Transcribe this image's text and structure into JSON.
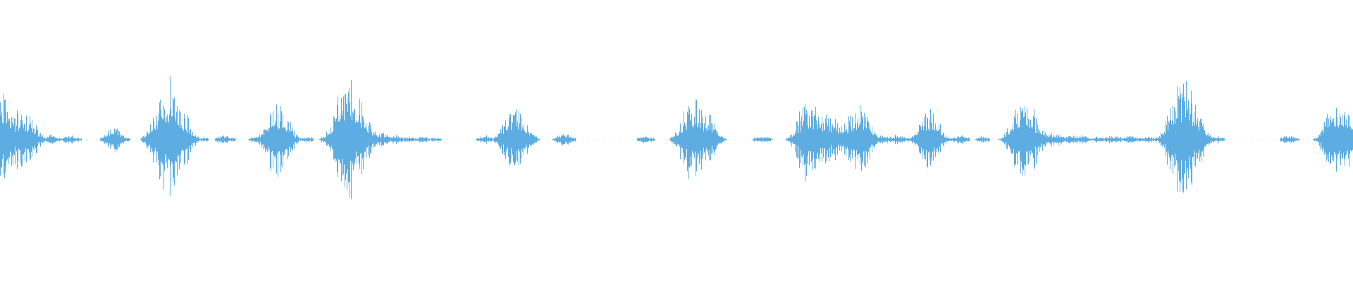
{
  "waveform": {
    "color": "#5DADE2",
    "background": "#FFFFFF",
    "peaks": [
      [
        0.0,
        0.42
      ],
      [
        0.008,
        0.24
      ],
      [
        0.014,
        0.25
      ],
      [
        0.018,
        0.2
      ],
      [
        0.022,
        0.19
      ],
      [
        0.026,
        0.06
      ],
      [
        0.038,
        0.04
      ],
      [
        0.042,
        0.02
      ],
      [
        0.052,
        0.04
      ],
      [
        0.056,
        0.02
      ],
      [
        0.084,
        0.12
      ],
      [
        0.088,
        0.05
      ],
      [
        0.092,
        0.02
      ],
      [
        0.118,
        0.3
      ],
      [
        0.122,
        0.4
      ],
      [
        0.126,
        0.52
      ],
      [
        0.13,
        0.34
      ],
      [
        0.134,
        0.28
      ],
      [
        0.138,
        0.06
      ],
      [
        0.15,
        0.02
      ],
      [
        0.165,
        0.04
      ],
      [
        0.17,
        0.02
      ],
      [
        0.19,
        0.04
      ],
      [
        0.194,
        0.03
      ],
      [
        0.204,
        0.34
      ],
      [
        0.208,
        0.28
      ],
      [
        0.212,
        0.05
      ],
      [
        0.226,
        0.03
      ],
      [
        0.24,
        0.01
      ],
      [
        0.254,
        0.46
      ],
      [
        0.258,
        0.52
      ],
      [
        0.262,
        0.4
      ],
      [
        0.266,
        0.3
      ],
      [
        0.27,
        0.2
      ],
      [
        0.274,
        0.1
      ],
      [
        0.282,
        0.06
      ],
      [
        0.292,
        0.04
      ],
      [
        0.302,
        0.03
      ],
      [
        0.312,
        0.03
      ],
      [
        0.322,
        0.02
      ],
      [
        0.35,
        0.01
      ],
      [
        0.358,
        0.04
      ],
      [
        0.362,
        0.02
      ],
      [
        0.376,
        0.2
      ],
      [
        0.38,
        0.28
      ],
      [
        0.384,
        0.22
      ],
      [
        0.388,
        0.14
      ],
      [
        0.392,
        0.04
      ],
      [
        0.416,
        0.06
      ],
      [
        0.42,
        0.03
      ],
      [
        0.44,
        0.01
      ],
      [
        0.476,
        0.03
      ],
      [
        0.48,
        0.02
      ],
      [
        0.51,
        0.34
      ],
      [
        0.514,
        0.32
      ],
      [
        0.518,
        0.28
      ],
      [
        0.522,
        0.26
      ],
      [
        0.526,
        0.14
      ],
      [
        0.53,
        0.04
      ],
      [
        0.56,
        0.02
      ],
      [
        0.565,
        0.03
      ],
      [
        0.575,
        0.01
      ],
      [
        0.596,
        0.34
      ],
      [
        0.6,
        0.3
      ],
      [
        0.604,
        0.26
      ],
      [
        0.608,
        0.22
      ],
      [
        0.612,
        0.2
      ],
      [
        0.616,
        0.17
      ],
      [
        0.62,
        0.12
      ],
      [
        0.624,
        0.16
      ],
      [
        0.628,
        0.22
      ],
      [
        0.632,
        0.28
      ],
      [
        0.636,
        0.3
      ],
      [
        0.64,
        0.2
      ],
      [
        0.646,
        0.06
      ],
      [
        0.652,
        0.04
      ],
      [
        0.662,
        0.04
      ],
      [
        0.668,
        0.03
      ],
      [
        0.684,
        0.2
      ],
      [
        0.688,
        0.28
      ],
      [
        0.692,
        0.1
      ],
      [
        0.7,
        0.03
      ],
      [
        0.71,
        0.04
      ],
      [
        0.726,
        0.03
      ],
      [
        0.742,
        0.02
      ],
      [
        0.754,
        0.34
      ],
      [
        0.758,
        0.3
      ],
      [
        0.762,
        0.26
      ],
      [
        0.766,
        0.14
      ],
      [
        0.776,
        0.06
      ],
      [
        0.782,
        0.05
      ],
      [
        0.792,
        0.04
      ],
      [
        0.8,
        0.04
      ],
      [
        0.812,
        0.03
      ],
      [
        0.82,
        0.03
      ],
      [
        0.826,
        0.03
      ],
      [
        0.836,
        0.04
      ],
      [
        0.848,
        0.03
      ],
      [
        0.856,
        0.02
      ],
      [
        0.87,
        0.4
      ],
      [
        0.874,
        0.52
      ],
      [
        0.878,
        0.44
      ],
      [
        0.882,
        0.28
      ],
      [
        0.886,
        0.2
      ],
      [
        0.89,
        0.08
      ],
      [
        0.9,
        0.03
      ],
      [
        0.94,
        0.01
      ],
      [
        0.952,
        0.04
      ],
      [
        0.956,
        0.02
      ],
      [
        0.985,
        0.3
      ],
      [
        0.989,
        0.34
      ],
      [
        0.993,
        0.32
      ],
      [
        0.997,
        0.26
      ],
      [
        1.0,
        0.2
      ]
    ]
  }
}
